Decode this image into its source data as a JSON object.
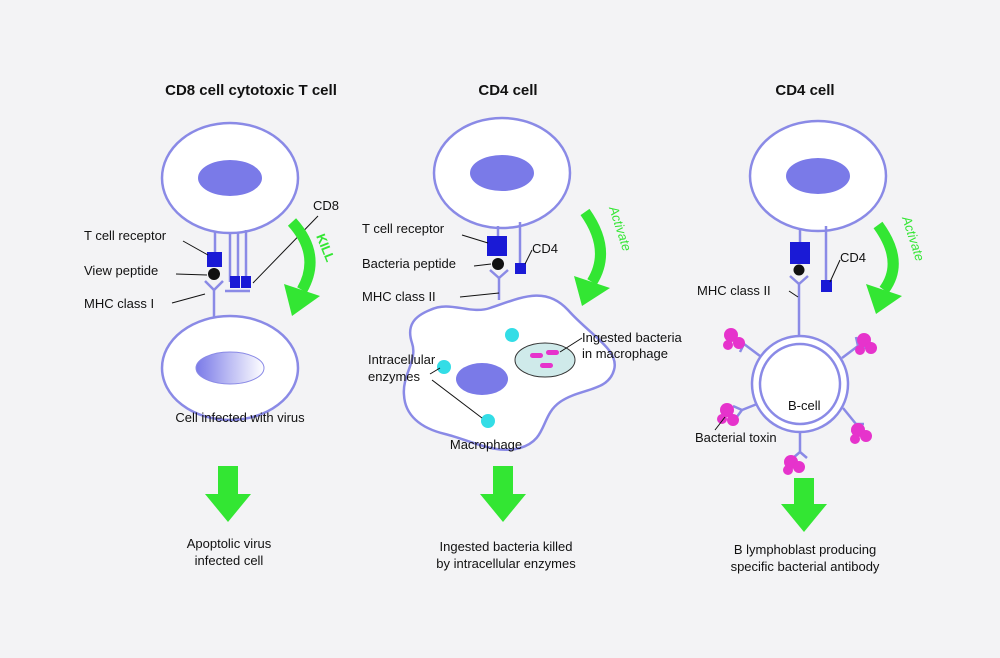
{
  "panels": [
    {
      "title": "CD8 cell cytotoxic T cell",
      "verb": "KILL",
      "labels": {
        "cd8": "CD8",
        "tcr": "T cell receptor",
        "peptide": "View peptide",
        "mhc": "MHC class I",
        "target": "Cell infected with virus"
      },
      "outcome": [
        "Apoptolic virus",
        "infected cell"
      ]
    },
    {
      "title": "CD4 cell",
      "verb": "Activate",
      "labels": {
        "tcr": "T cell receptor",
        "cd4": "CD4",
        "peptide": "Bacteria peptide",
        "mhc": "MHC class II",
        "ingested": [
          "Ingested bacteria",
          "in macrophage"
        ],
        "enzymes": [
          "Intracellular",
          "enzymes"
        ],
        "macrophage": "Macrophage"
      },
      "outcome": [
        "Ingested bacteria killed",
        "by intracellular enzymes"
      ]
    },
    {
      "title": "CD4 cell",
      "verb": "Activate",
      "labels": {
        "cd4": "CD4",
        "mhc": "MHC class II",
        "bcell": "B-cell",
        "toxin": "Bacterial toxin"
      },
      "outcome": [
        "B lymphoblast producing",
        "specific bacterial antibody"
      ]
    }
  ],
  "colors": {
    "membrane": "#8a8ae6",
    "nucleus": "#7a7ae8",
    "receptor": "#1a1ad6",
    "arrow": "#33e633",
    "enzyme": "#33dde6",
    "toxin": "#e633cc"
  }
}
